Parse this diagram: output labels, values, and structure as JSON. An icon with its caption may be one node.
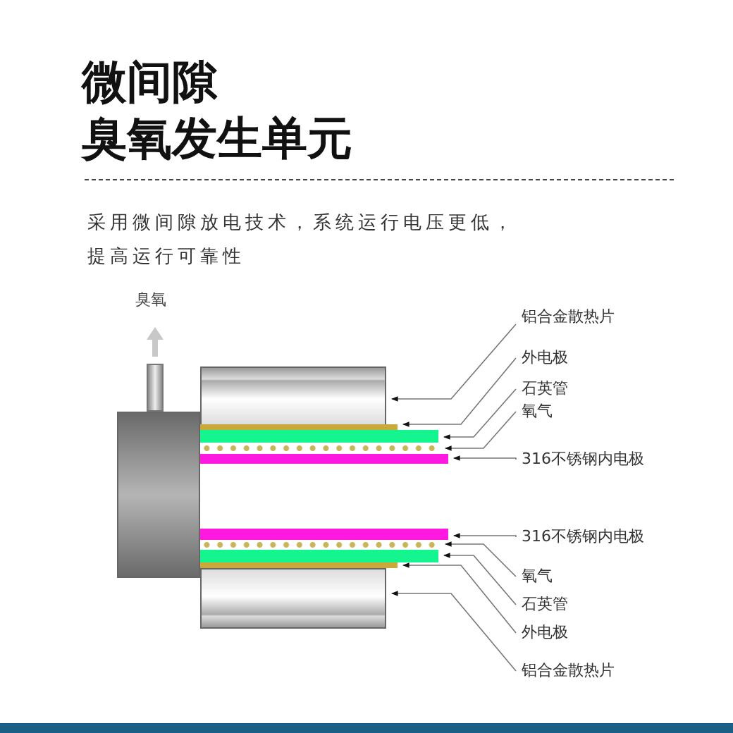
{
  "diagram": {
    "nodes": [
      {
        "text": [
          "铝合金散热片"
        ]
      },
      {
        "text": [
          "外电极"
        ]
      },
      {
        "text": [
          "石英管"
        ]
      },
      {
        "text": [
          "氧气"
        ]
      },
      {
        "text": [
          "316不锈钢内电极"
        ]
      },
      {
        "text": [
          "316不锈钢内电极"
        ]
      },
      {
        "text": [
          "氧气"
        ]
      },
      {
        "text": [
          "石英管"
        ]
      },
      {
        "text": [
          "外电极"
        ]
      },
      {
        "text": [
          "铝合金散热片"
        ]
      },
      {
        "text": [],
        "shape": "box"
      },
      {
        "text": [],
        "shape": "bar"
      },
      {
        "text": [],
        "shape": "bar"
      },
      {
        "text": [],
        "shape": "bar"
      },
      {
        "text": [],
        "shape": "bar"
      },
      {
        "text": [],
        "shape": "bar"
      },
      {
        "text": [],
        "shape": "bar"
      },
      {
        "text": [],
        "shape": "bar"
      },
      {
        "text": [],
        "shape": "bar"
      },
      {
        "text": [],
        "shape": "box"
      }
    ],
    "edges": [
      {
        "from": 0,
        "to": 10,
        "arrow": "to"
      },
      {
        "from": 1,
        "to": 11,
        "arrow": "to"
      },
      {
        "from": 2,
        "to": 12,
        "arrow": "to"
      },
      {
        "from": 3,
        "to": 13,
        "arrow": "to"
      },
      {
        "from": 4,
        "to": 14,
        "arrow": "to"
      },
      {
        "from": 5,
        "to": 15,
        "arrow": "to"
      },
      {
        "from": 6,
        "to": 16,
        "arrow": "to"
      },
      {
        "from": 7,
        "to": 17,
        "arrow": "to"
      },
      {
        "from": 8,
        "to": 18,
        "arrow": "to"
      },
      {
        "from": 9,
        "to": 19,
        "arrow": "to"
      }
    ],
    "labels": [
      "微间隙",
      "臭氧发生单元",
      "采用微间隙放电技术，系统运行电压更低，提高运行可靠性",
      "臭氧"
    ]
  }
}
